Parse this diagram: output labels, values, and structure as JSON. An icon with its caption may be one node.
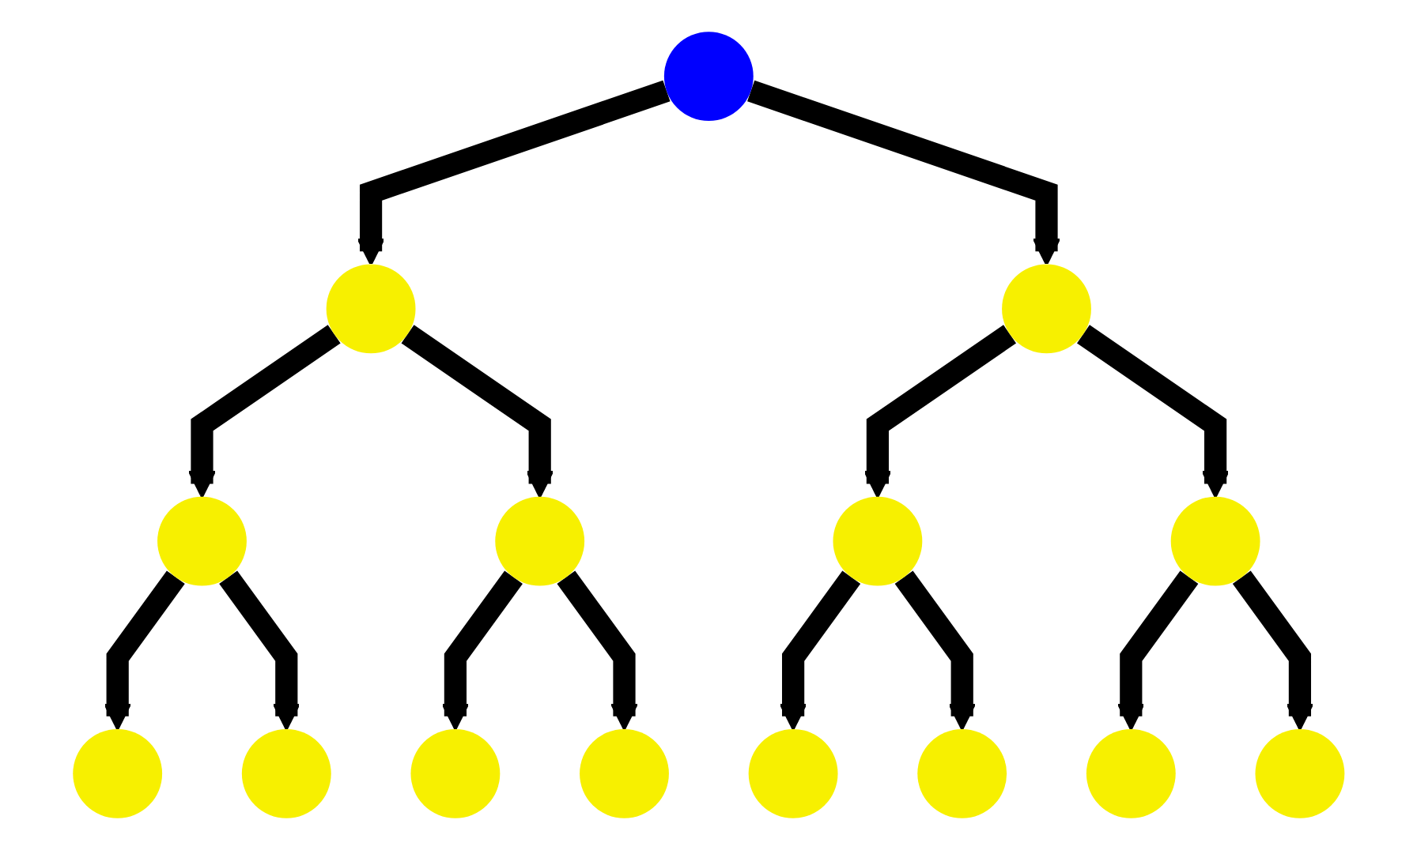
{
  "diagram": {
    "nodes": [
      {
        "text": [],
        "shape": "circle"
      },
      {
        "text": [],
        "shape": "circle"
      },
      {
        "text": [],
        "shape": "circle"
      },
      {
        "text": [],
        "shape": "circle"
      },
      {
        "text": [],
        "shape": "circle"
      },
      {
        "text": [],
        "shape": "circle"
      },
      {
        "text": [],
        "shape": "circle"
      },
      {
        "text": [],
        "shape": "circle"
      },
      {
        "text": [],
        "shape": "circle"
      },
      {
        "text": [],
        "shape": "circle"
      },
      {
        "text": [],
        "shape": "circle"
      },
      {
        "text": [],
        "shape": "circle"
      },
      {
        "text": [],
        "shape": "circle"
      },
      {
        "text": [],
        "shape": "circle"
      },
      {
        "text": [],
        "shape": "circle"
      }
    ],
    "edges": [
      {
        "from": 0,
        "to": 1,
        "arrow": "to"
      },
      {
        "from": 0,
        "to": 2,
        "arrow": "to"
      },
      {
        "from": 1,
        "to": 3,
        "arrow": "to"
      },
      {
        "from": 1,
        "to": 4,
        "arrow": "to"
      },
      {
        "from": 2,
        "to": 5,
        "arrow": "to"
      },
      {
        "from": 2,
        "to": 6,
        "arrow": "to"
      },
      {
        "from": 3,
        "to": 7,
        "arrow": "to"
      },
      {
        "from": 3,
        "to": 8,
        "arrow": "to"
      },
      {
        "from": 4,
        "to": 9,
        "arrow": "to"
      },
      {
        "from": 4,
        "to": 10,
        "arrow": "to"
      },
      {
        "from": 5,
        "to": 11,
        "arrow": "to"
      },
      {
        "from": 5,
        "to": 12,
        "arrow": "to"
      },
      {
        "from": 6,
        "to": 13,
        "arrow": "to"
      },
      {
        "from": 6,
        "to": 14,
        "arrow": "to"
      }
    ]
  }
}
